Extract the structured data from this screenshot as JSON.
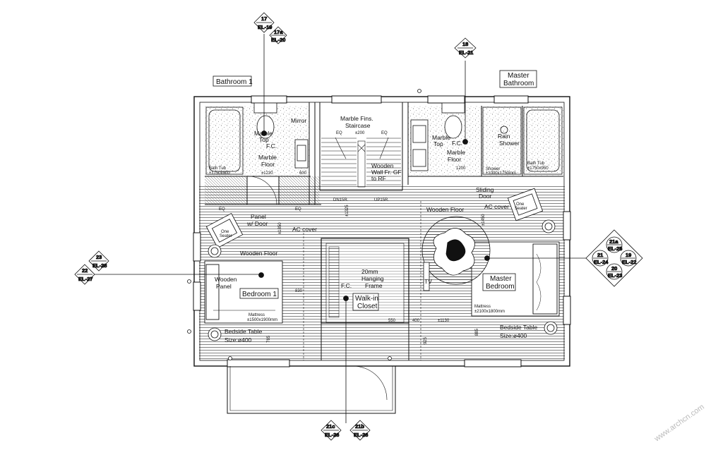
{
  "rooms": {
    "bathroom_1": "Bathroom 1",
    "master_bathroom_line1": "Master",
    "master_bathroom_line2": "Bathroom",
    "bedroom_1": "Bedroom 1",
    "walk_in_line1": "Walk-in",
    "walk_in_line2": "Closet",
    "master_bedroom_line1": "Master",
    "master_bedroom_line2": "Bedroom"
  },
  "annotations": {
    "mirror": "Mirror",
    "marble_top_l1": "Marble",
    "marble_top_l2": "Top",
    "fc": "F.C.",
    "marble_floor_l1": "Marble",
    "marble_floor_l2": "Floor",
    "tub_left": "Bath Tub",
    "tub_left_size": "±1750x900",
    "dim_1220": "±1220",
    "dim_600": "600",
    "staircase_l1": "Marble Fins.",
    "staircase_l2": "Staircase",
    "eq1": "EQ",
    "eq_dim": "±200",
    "eq2": "EQ",
    "wooden_wall_l1": "Wooden",
    "wooden_wall_l2": "Wall Fr. GF",
    "wooden_wall_l3": "to  RF",
    "dn": "DN15R.",
    "up": "UP15R.",
    "rain_l1": "Rain",
    "rain_l2": "Shower",
    "marble_top_r1": "Marble",
    "marble_top_r2": "Top",
    "fc_r": "F.C.",
    "marble_floor_r1": "Marble",
    "marble_floor_r2": "Floor",
    "dim_1200": "1200",
    "shower": "Shower",
    "shower_size": "±1000x1750mm",
    "tub_right": "Bath Tub",
    "tub_right_size": "±1750x950",
    "sliding_l1": "Sliding",
    "sliding_l2": "Door",
    "one_seater_r1": "One",
    "one_seater_r2": "Seater",
    "wooden_floor_r": "Wooden Floor",
    "ac_cover_r": "AC cover",
    "dim_1325": "±1325",
    "dim_1450": "±1450",
    "panel_l1": "Panel",
    "panel_l2": "w/ Door",
    "eq3": "EQ",
    "eq4": "EQ",
    "one_seater_l1": "One",
    "one_seater_l2": "Seater",
    "ac_cover_l": "AC cover",
    "dim_1850": "±1850",
    "wooden_floor_l": "Wooden Floor",
    "wooden_panel_l1": "Wooden",
    "wooden_panel_l2": "Panel",
    "dim_830": "830",
    "mattress_l": "Mattress",
    "mattress_l_size": "±1500x1900mm",
    "bedside_l1": "Bedside Table",
    "bedside_l2": "Size:ø400",
    "dim_785": "785",
    "frame_l1": "20mm",
    "frame_l2": "Hanging",
    "frame_l3": "Frame",
    "fc_wic": "F.C.",
    "dim_550": "550",
    "dim_400": "400",
    "dim_1130": "±1130",
    "tv": "TV",
    "mattress_r": "Mattress",
    "mattress_r_size": "±2100x1800mm",
    "bedside_r1": "Bedside Table",
    "bedside_r2": "Size:ø400",
    "dim_885": "885",
    "dim_925": "925"
  },
  "section_markers": [
    {
      "id": "m17",
      "top": "17",
      "bottom": "EL-19"
    },
    {
      "id": "m17a",
      "top": "17a",
      "bottom": "EL-20"
    },
    {
      "id": "m18",
      "top": "18",
      "bottom": "EL-21"
    },
    {
      "id": "m23",
      "top": "23",
      "bottom": "EL-28"
    },
    {
      "id": "m22",
      "top": "22",
      "bottom": "EL-27"
    },
    {
      "id": "m21c",
      "top": "21c",
      "bottom": "EL-26"
    },
    {
      "id": "m21b",
      "top": "21b",
      "bottom": "EL-26"
    }
  ],
  "diamond_marker": {
    "n": {
      "top": "21a",
      "bottom": "EL-25"
    },
    "w": {
      "top": "21",
      "bottom": "EL-24"
    },
    "e": {
      "top": "19",
      "bottom": "EL-22"
    },
    "s": {
      "top": "20",
      "bottom": "EL-23"
    }
  },
  "watermark": "www.archcn.com",
  "colors": {
    "ink": "#111111",
    "paper": "#ffffff"
  }
}
